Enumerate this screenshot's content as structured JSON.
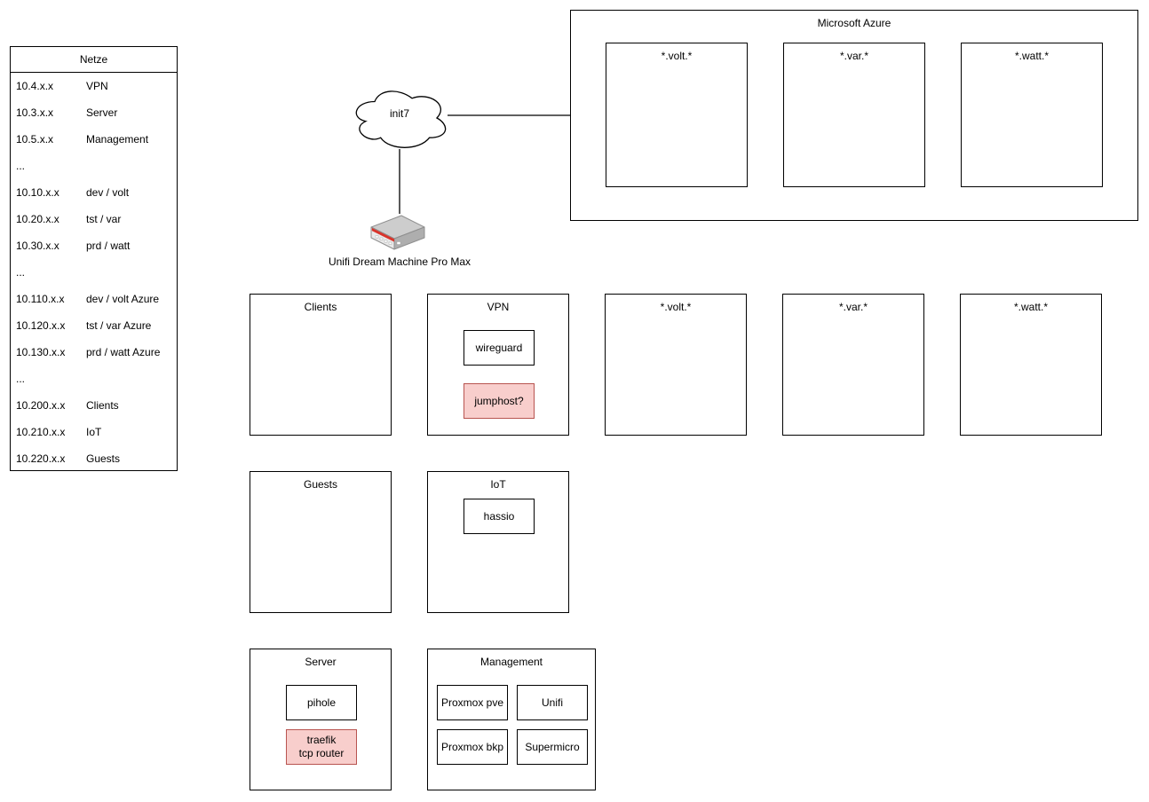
{
  "netze": {
    "title": "Netze",
    "rows": [
      {
        "range": "10.4.x.x",
        "name": "VPN"
      },
      {
        "range": "10.3.x.x",
        "name": "Server"
      },
      {
        "range": "10.5.x.x",
        "name": "Management"
      },
      {
        "range": "...",
        "name": ""
      },
      {
        "range": "10.10.x.x",
        "name": "dev / volt"
      },
      {
        "range": "10.20.x.x",
        "name": "tst / var"
      },
      {
        "range": "10.30.x.x",
        "name": "prd / watt"
      },
      {
        "range": "...",
        "name": ""
      },
      {
        "range": "10.110.x.x",
        "name": "dev / volt Azure"
      },
      {
        "range": "10.120.x.x",
        "name": "tst / var Azure"
      },
      {
        "range": "10.130.x.x",
        "name": "prd / watt Azure"
      },
      {
        "range": "...",
        "name": ""
      },
      {
        "range": "10.200.x.x",
        "name": "Clients"
      },
      {
        "range": "10.210.x.x",
        "name": "IoT"
      },
      {
        "range": "10.220.x.x",
        "name": "Guests"
      }
    ]
  },
  "wan": {
    "cloud_label": "init7"
  },
  "router": {
    "label": "Unifi Dream Machine Pro Max"
  },
  "azure": {
    "title": "Microsoft Azure",
    "subnets": [
      "*.volt.*",
      "*.var.*",
      "*.watt.*"
    ]
  },
  "lan": {
    "clients_title": "Clients",
    "vpn": {
      "title": "VPN",
      "wireguard": "wireguard",
      "jumphost": "jumphost?"
    },
    "volt_title": "*.volt.*",
    "var_title": "*.var.*",
    "watt_title": "*.watt.*",
    "guests_title": "Guests",
    "iot": {
      "title": "IoT",
      "hassio": "hassio"
    },
    "server": {
      "title": "Server",
      "pihole": "pihole",
      "traefik": "traefik\ntcp router"
    },
    "management": {
      "title": "Management",
      "items": [
        "Proxmox pve",
        "Unifi",
        "Proxmox bkp",
        "Supermicro"
      ]
    }
  },
  "colors": {
    "highlight_fill": "#f8cecc",
    "highlight_border": "#b85450",
    "stroke": "#000000",
    "router_red": "#d9342b"
  }
}
